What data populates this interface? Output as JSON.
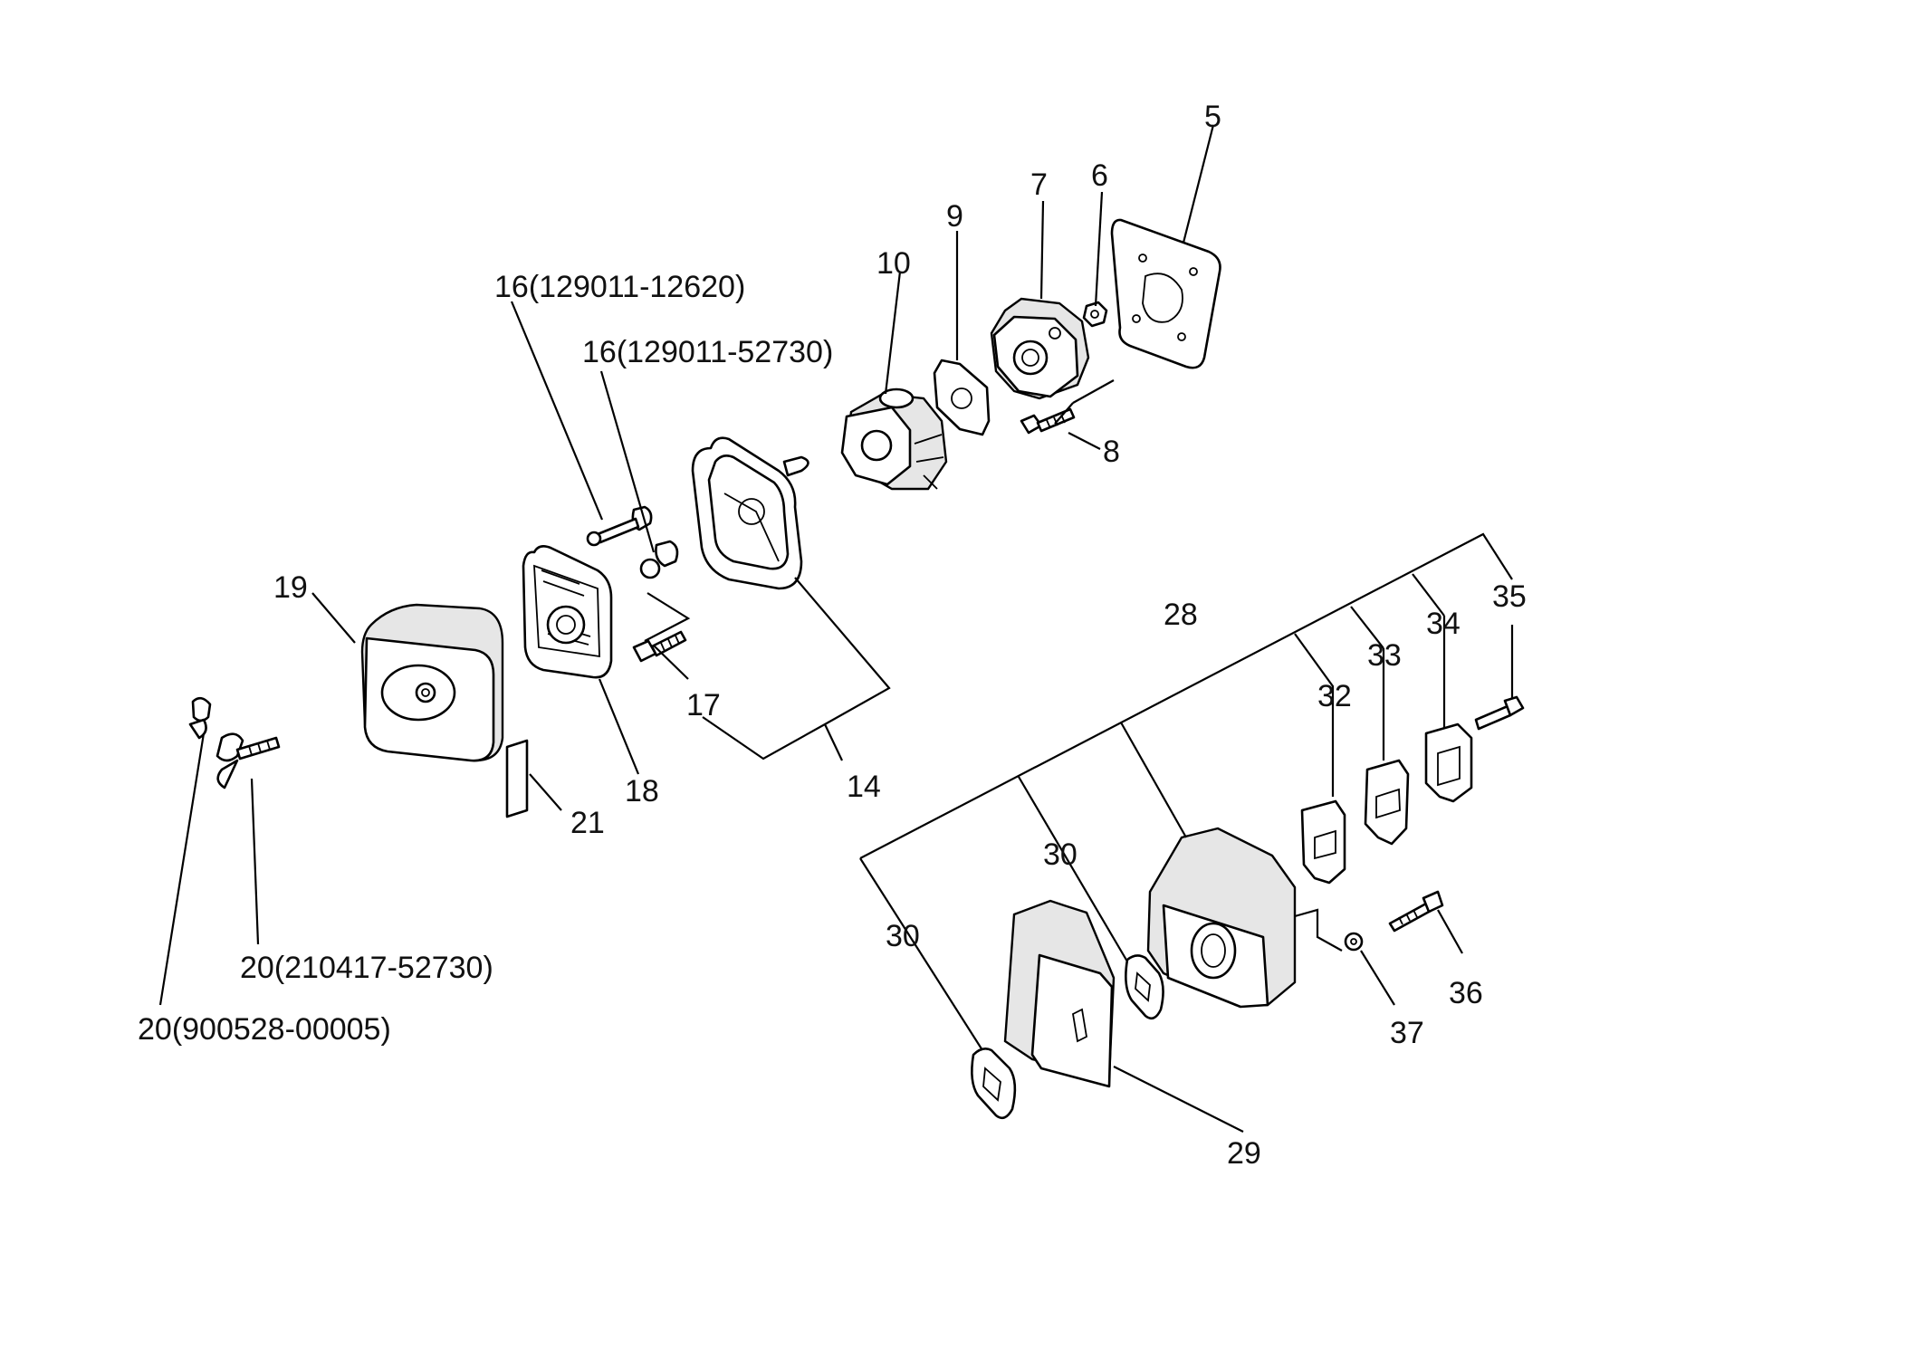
{
  "labels": {
    "p5": "5",
    "p6": "6",
    "p7": "7",
    "p8": "8",
    "p9": "9",
    "p10": "10",
    "p14": "14",
    "p16a": "16(129011-12620)",
    "p16b": "16(129011-52730)",
    "p17": "17",
    "p18": "18",
    "p19": "19",
    "p20a": "20(210417-52730)",
    "p20b": "20(900528-00005)",
    "p21": "21",
    "p28": "28",
    "p29": "29",
    "p30a": "30",
    "p30b": "30",
    "p32": "32",
    "p33": "33",
    "p34": "34",
    "p35": "35",
    "p36": "36",
    "p37": "37"
  }
}
